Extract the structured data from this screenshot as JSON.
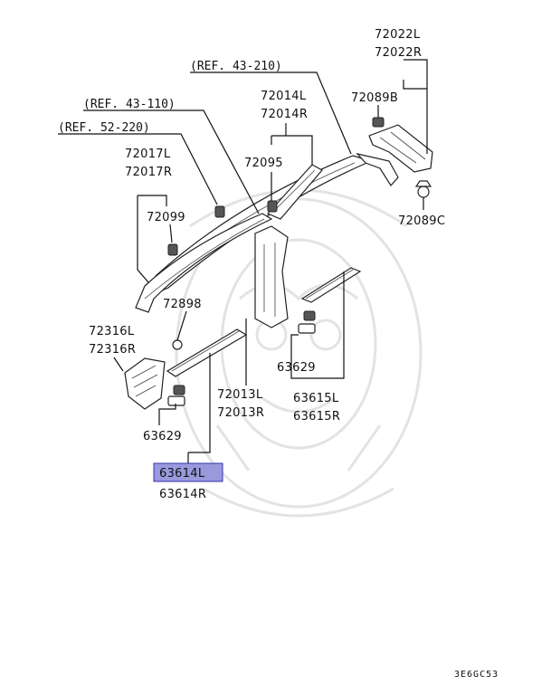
{
  "references": {
    "ref_43_210": "(REF. 43-210)",
    "ref_43_110": "(REF. 43-110)",
    "ref_52_220": "(REF. 52-220)"
  },
  "labels": {
    "p72022L": "72022L",
    "p72022R": "72022R",
    "p72089B": "72089B",
    "p72089C": "72089C",
    "p72014L": "72014L",
    "p72014R": "72014R",
    "p72095": "72095",
    "p72017L": "72017L",
    "p72017R": "72017R",
    "p72099": "72099",
    "p72898": "72898",
    "p72316L": "72316L",
    "p72316R": "72316R",
    "p63629_right": "63629",
    "p63615L": "63615L",
    "p63615R": "63615R",
    "p72013L": "72013L",
    "p72013R": "72013R",
    "p63629_left": "63629",
    "p63614L": "63614L",
    "p63614R": "63614R"
  },
  "highlight": {
    "part": "63614L",
    "fill": "#9999dd",
    "border": "#3333aa"
  },
  "diagram_code": "3E6GC53"
}
